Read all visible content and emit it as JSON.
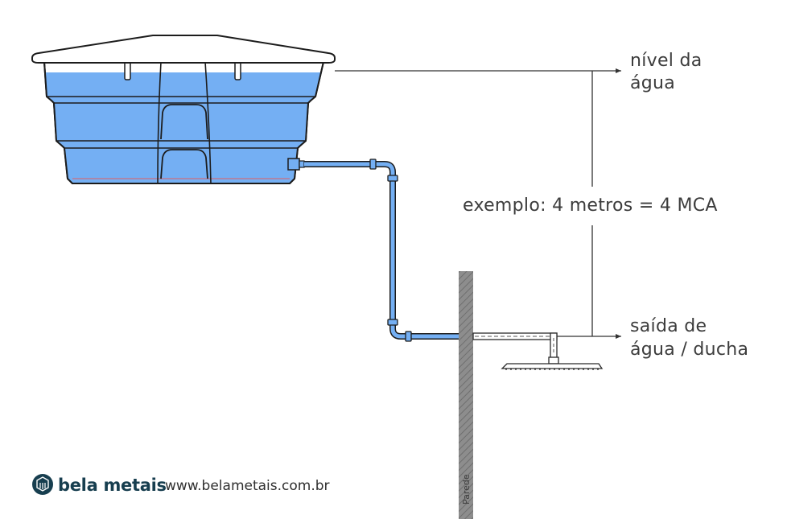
{
  "labels": {
    "water_level_line1": "nível da",
    "water_level_line2": "água",
    "example": "exemplo: 4 metros = 4 MCA",
    "outlet_line1": "saída de",
    "outlet_line2": "água / ducha",
    "wall": "Parede"
  },
  "brand": {
    "name": "bela metais",
    "url": "www.belametais.com.br",
    "logo_icon": "hexagon-shower-logo"
  },
  "colors": {
    "water": "#74aff3",
    "tank_outline": "#1c1c1c",
    "pipe": "#74aff3",
    "wall": "#8a8a8a",
    "brand": "#173e4f",
    "line": "#333333"
  }
}
